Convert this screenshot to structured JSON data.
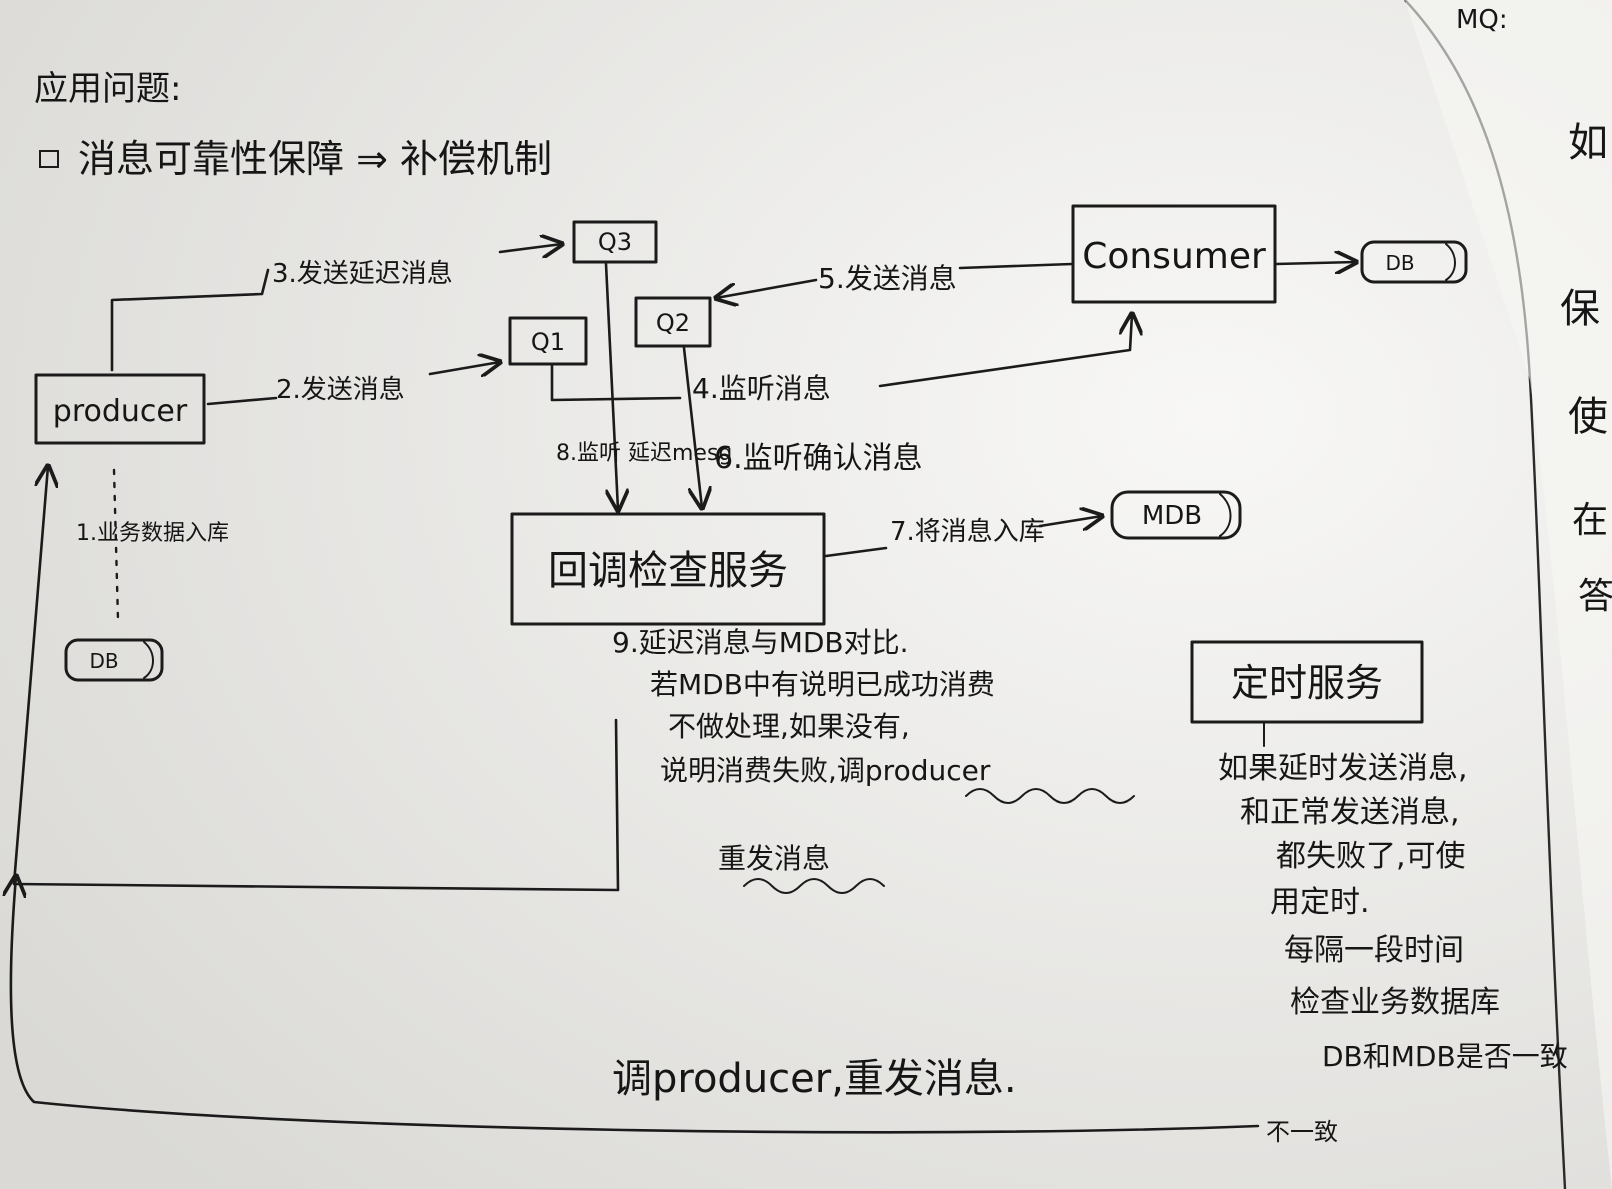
{
  "header": {
    "title": "应用问题:",
    "subtitle": "消息可靠性保障 ⇒ 补偿机制",
    "corner": "MQ:"
  },
  "nodes": {
    "producer": "producer",
    "consumer": "Consumer",
    "q1": "Q1",
    "q2": "Q2",
    "q3": "Q3",
    "db_consumer": "DB",
    "db_producer": "DB",
    "mdb": "MDB",
    "callback_service": "回调检查服务",
    "timer_service": "定时服务"
  },
  "edges": {
    "step1": "1.业务数据入库",
    "step2": "2.发送消息",
    "step3": "3.发送延迟消息",
    "step4": "4.监听消息",
    "step5": "5.发送消息",
    "step6": "6.监听确认消息",
    "step7": "7.将消息入库",
    "step8": "8.监听 延迟mesg",
    "feedback": "调producer,重发消息.",
    "inconsistent": "不一致"
  },
  "notes": {
    "step9": [
      "9.延迟消息与MDB对比.",
      "若MDB中有说明已成功消费",
      "不做处理,如果没有,",
      "说明消费失败,调producer"
    ],
    "resend": "重发消息",
    "timer": [
      "如果延时发送消息,",
      "和正常发送消息,",
      "都失败了,可使",
      "用定时.",
      "每隔一段时间",
      "检查业务数据库",
      "DB和MDB是否一致"
    ],
    "right_margin": [
      "如",
      "保",
      "使",
      "在",
      "答"
    ]
  }
}
